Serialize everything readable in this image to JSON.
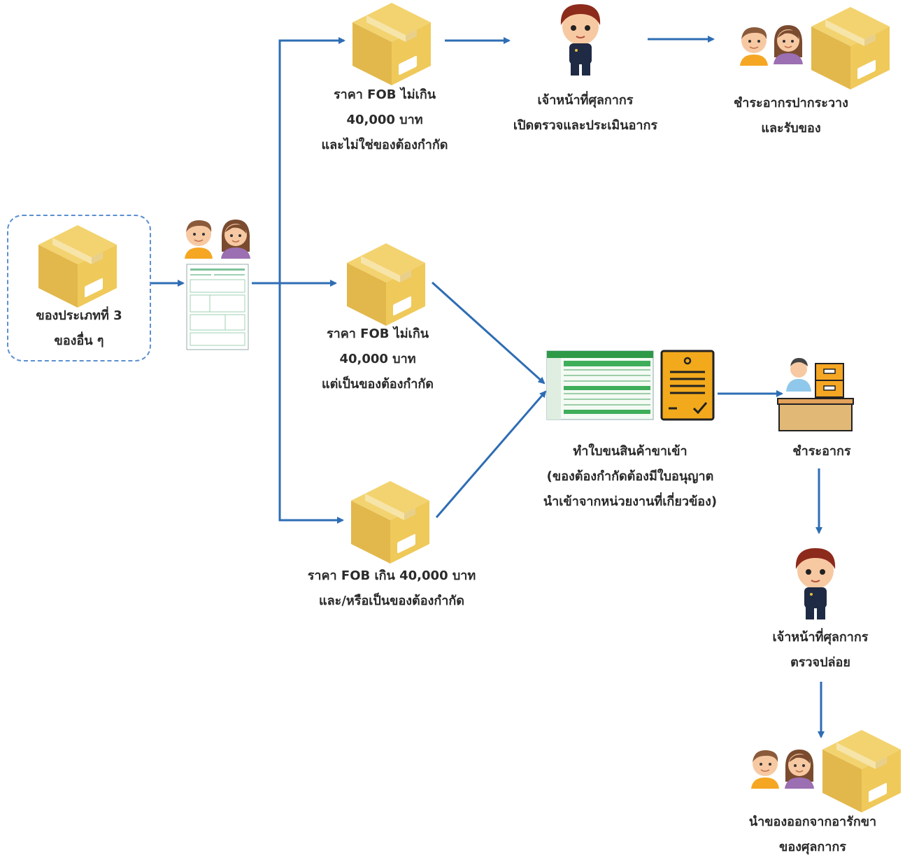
{
  "colors": {
    "arrow": "#2e6db4",
    "box": "#e9c45b",
    "box_dark": "#d4a83f",
    "screen_green": "#2e9a48",
    "doc_orange": "#f2a91c"
  },
  "icons": [
    "parcel-box-icon",
    "customs-officer-icon",
    "couple-icon",
    "declaration-form-icon",
    "import-entry-screen-icon",
    "license-document-icon",
    "payment-counter-icon"
  ],
  "start": {
    "line1": "ของประเภทที่ 3",
    "line2": "ของอื่น ๆ"
  },
  "route_a": {
    "condition": [
      "ราคา FOB ไม่เกิน",
      "40,000 บาท",
      "และไม่ใช่ของต้องกำกัด"
    ],
    "officer": [
      "เจ้าหน้าที่ศุลกากร",
      "เปิดตรวจและประเมินอากร"
    ],
    "result": [
      "ชำระอากรปากระวาง",
      "และรับของ"
    ]
  },
  "route_b": {
    "condition": [
      "ราคา FOB ไม่เกิน",
      "40,000 บาท",
      "แต่เป็นของต้องกำกัด"
    ]
  },
  "route_c": {
    "condition": [
      "ราคา FOB เกิน 40,000 บาท",
      "และ/หรือเป็นของต้องกำกัด"
    ]
  },
  "entry": [
    "ทำใบขนสินค้าขาเข้า",
    "(ของต้องกำกัดต้องมีใบอนุญาต",
    "นำเข้าจากหน่วยงานที่เกี่ยวข้อง)"
  ],
  "payment": {
    "label": "ชำระอากร"
  },
  "release": [
    "เจ้าหน้าที่ศุลกากร",
    "ตรวจปล่อย"
  ],
  "final": [
    "นำของออกจากอารักขา",
    "ของศุลกากร"
  ]
}
